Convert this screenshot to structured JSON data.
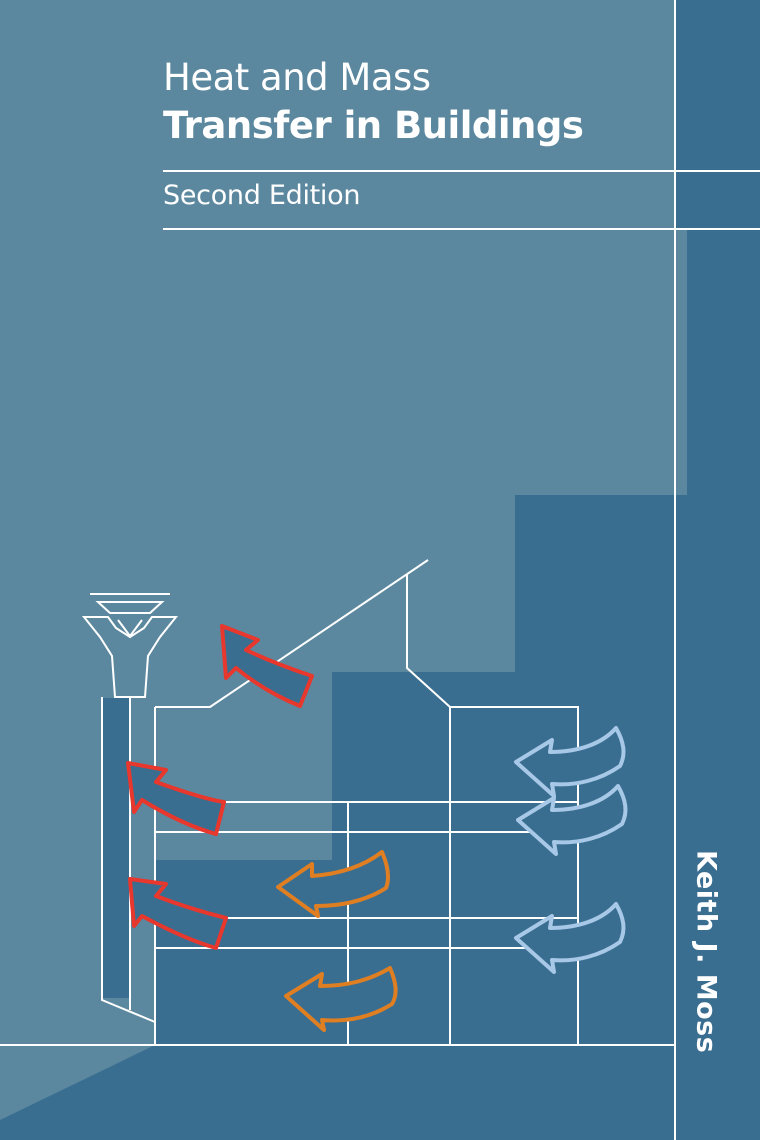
{
  "cover": {
    "title_line_1": "Heat and Mass",
    "title_line_2": "Transfer in Buildings",
    "edition": "Second Edition",
    "author": "Keith J. Moss"
  },
  "colors": {
    "background_dark": "#3a6e91",
    "background_light": "#5c889f",
    "line": "#ffffff",
    "arrow_warm": "#e8372c",
    "arrow_internal": "#e07e22",
    "arrow_cold": "#a7c8e6"
  },
  "icons": {
    "arrow_warm": "curved-arrow-out",
    "arrow_internal": "curved-arrow-left",
    "arrow_cold": "curved-arrow-in",
    "fan": "fan-symbol"
  }
}
